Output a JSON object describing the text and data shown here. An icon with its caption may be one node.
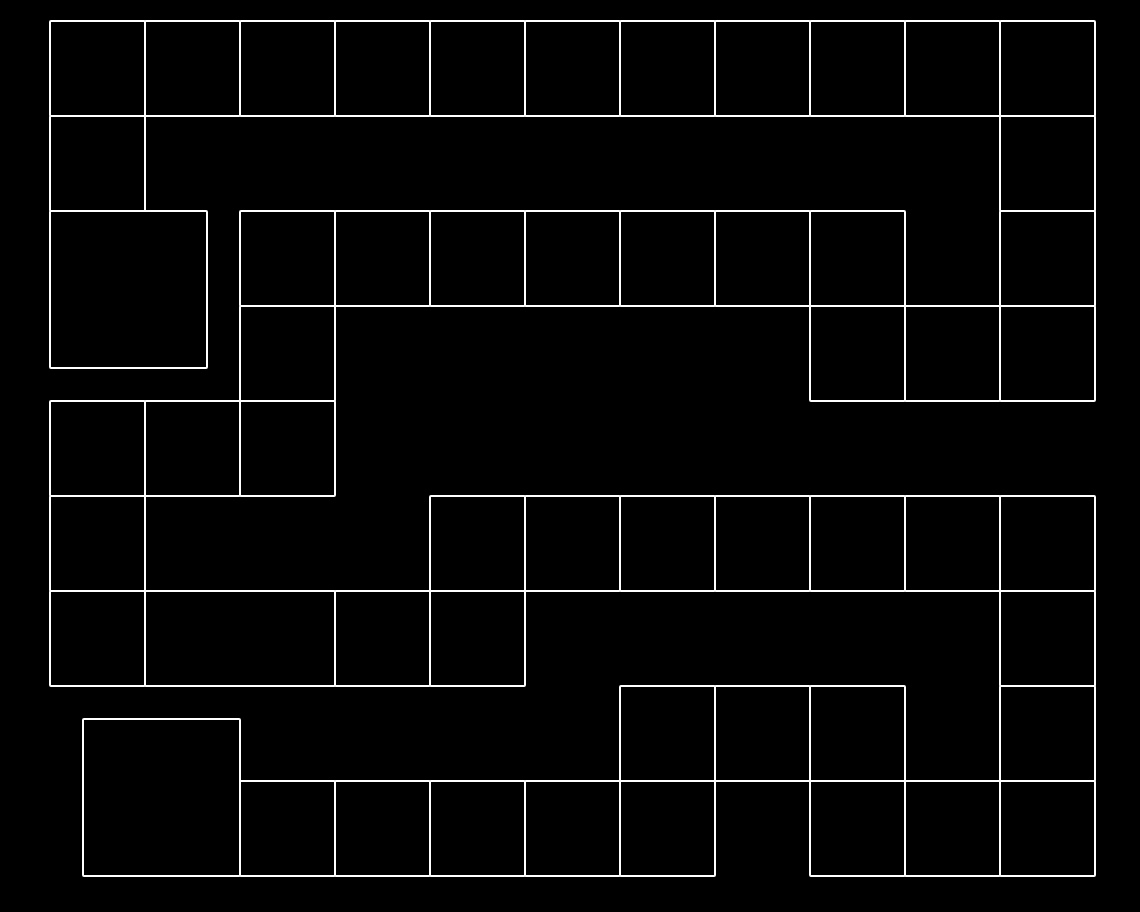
{
  "diagram": {
    "nodes": [
      {
        "text": [],
        "shape": "box"
      },
      {
        "text": [],
        "shape": "box"
      },
      {
        "text": [],
        "shape": "box"
      },
      {
        "text": [],
        "shape": "box"
      },
      {
        "text": [],
        "shape": "box"
      },
      {
        "text": [],
        "shape": "box"
      },
      {
        "text": [],
        "shape": "box"
      },
      {
        "text": [],
        "shape": "box"
      },
      {
        "text": [],
        "shape": "box"
      },
      {
        "text": [],
        "shape": "box"
      },
      {
        "text": [],
        "shape": "box"
      },
      {
        "text": [],
        "shape": "box"
      },
      {
        "text": [],
        "shape": "box"
      },
      {
        "text": [],
        "shape": "box"
      },
      {
        "text": [],
        "shape": "box"
      },
      {
        "text": [],
        "shape": "box"
      },
      {
        "text": [],
        "shape": "box"
      },
      {
        "text": [],
        "shape": "box"
      },
      {
        "text": [],
        "shape": "box"
      },
      {
        "text": [],
        "shape": "box"
      },
      {
        "text": [],
        "shape": "box"
      },
      {
        "text": [],
        "shape": "box"
      },
      {
        "text": [],
        "shape": "box"
      },
      {
        "text": [],
        "shape": "box"
      },
      {
        "text": [],
        "shape": "box"
      },
      {
        "text": [],
        "shape": "box"
      },
      {
        "text": [],
        "shape": "box"
      },
      {
        "text": [],
        "shape": "box"
      },
      {
        "text": [],
        "shape": "box"
      },
      {
        "text": [],
        "shape": "box"
      },
      {
        "text": [],
        "shape": "box"
      },
      {
        "text": [],
        "shape": "box"
      },
      {
        "text": [],
        "shape": "box"
      },
      {
        "text": [],
        "shape": "box"
      },
      {
        "text": [],
        "shape": "box"
      },
      {
        "text": [],
        "shape": "box"
      },
      {
        "text": [],
        "shape": "box"
      },
      {
        "text": [],
        "shape": "box"
      },
      {
        "text": [],
        "shape": "box"
      },
      {
        "text": [],
        "shape": "box"
      },
      {
        "text": [],
        "shape": "box"
      },
      {
        "text": [],
        "shape": "box"
      },
      {
        "text": [],
        "shape": "box"
      },
      {
        "text": [],
        "shape": "box"
      },
      {
        "text": [],
        "shape": "box"
      },
      {
        "text": [],
        "shape": "box"
      },
      {
        "text": [],
        "shape": "box"
      },
      {
        "text": [],
        "shape": "box"
      },
      {
        "text": [],
        "shape": "box"
      },
      {
        "text": [],
        "shape": "box"
      },
      {
        "text": [],
        "shape": "box"
      },
      {
        "text": [],
        "shape": "box"
      },
      {
        "text": [],
        "shape": "box"
      },
      {
        "text": [],
        "shape": "box"
      },
      {
        "text": [],
        "shape": "box"
      }
    ]
  }
}
